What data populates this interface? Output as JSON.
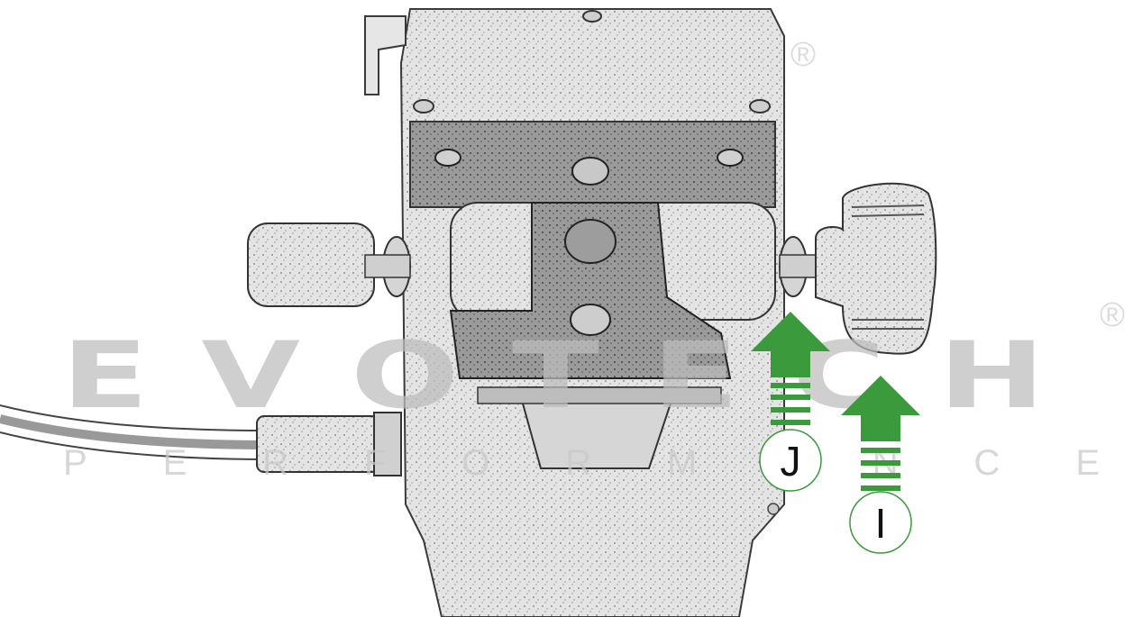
{
  "watermark": {
    "brand": "EVOTECH",
    "tagline": "PERFORMANCE",
    "registered": "®",
    "color": "#c9c9c9"
  },
  "callouts": [
    {
      "id": "J",
      "label": "J",
      "color": "#3a9a3c"
    },
    {
      "id": "I",
      "label": "I",
      "color": "#3a9a3c"
    }
  ],
  "colors": {
    "arrow_green": "#3a9a3c",
    "sketch_line": "#3a3a3a",
    "sketch_fill": "#d8d8d8",
    "sketch_dark": "#8a8a8a"
  }
}
